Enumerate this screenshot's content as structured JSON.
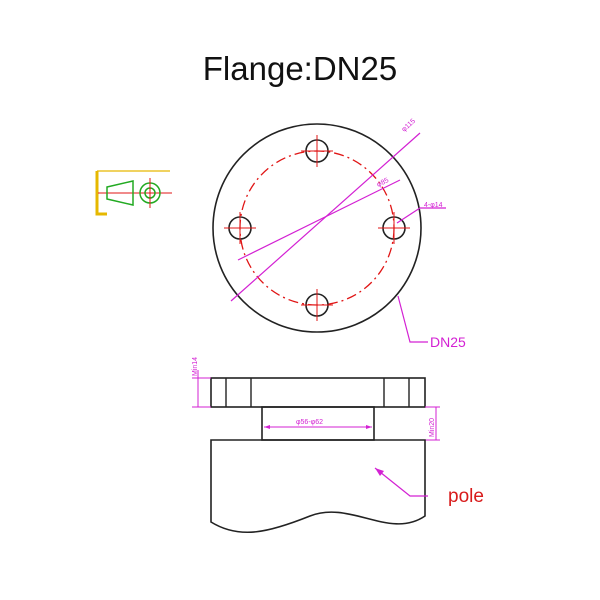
{
  "title": "Flange:DN25",
  "labels": {
    "flange_size": "DN25",
    "pole": "pole",
    "outer_diameter": "φ115",
    "bolt_circle": "φ85",
    "hole_size": "4-φ14",
    "thickness": "Min14",
    "neck_diameter": "φ56-φ62",
    "neck_height": "Min20"
  },
  "colors": {
    "outline": "#222222",
    "dimension": "#d321d3",
    "centerline": "#e01515",
    "symbol": "#22aa22",
    "symbol_frame": "#e6b800"
  },
  "icons": [
    "projection-symbol-icon"
  ]
}
